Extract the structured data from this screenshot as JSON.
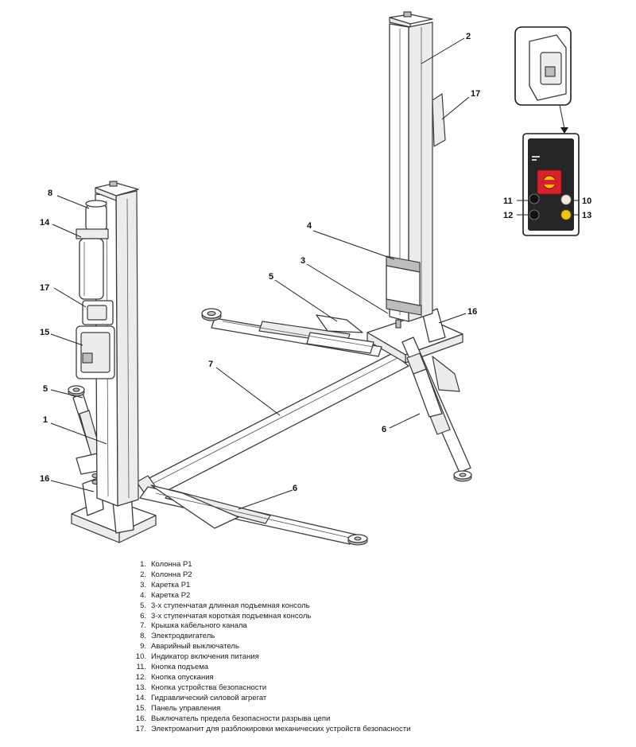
{
  "callouts": [
    "1",
    "2",
    "3",
    "4",
    "5",
    "5",
    "6",
    "6",
    "7",
    "8",
    "14",
    "15",
    "16",
    "16",
    "17",
    "17"
  ],
  "panel": {
    "buttons": [
      "10",
      "11",
      "12",
      "13"
    ],
    "colors": {
      "switch": "#d8212b",
      "switch_core": "#f2c200",
      "indicator": "#f3ead8",
      "safety": "#f1c40f",
      "panel_body": "#262626"
    }
  },
  "legend": [
    {
      "n": "1.",
      "text": "Колонна Р1"
    },
    {
      "n": "2.",
      "text": "Колонна Р2"
    },
    {
      "n": "3.",
      "text": "Каретка Р1"
    },
    {
      "n": "4.",
      "text": "Каретка Р2"
    },
    {
      "n": "5.",
      "text": "3-х ступенчатая длинная подъемная консоль"
    },
    {
      "n": "6.",
      "text": "3-х ступенчатая короткая подъемная консоль"
    },
    {
      "n": "7.",
      "text": "Крышка кабельного канала"
    },
    {
      "n": "8.",
      "text": "Электродвигатель"
    },
    {
      "n": "9.",
      "text": "Аварийный выключатель"
    },
    {
      "n": "10.",
      "text": "Индикатор включения питания"
    },
    {
      "n": "11.",
      "text": "Кнопка подъема"
    },
    {
      "n": "12.",
      "text": "Кнопка опускания"
    },
    {
      "n": "13.",
      "text": "Кнопка устройства безопасности"
    },
    {
      "n": "14.",
      "text": "Гидравлический силовой агрегат"
    },
    {
      "n": "15.",
      "text": "Панель управления"
    },
    {
      "n": "16.",
      "text": "Выключатель предела безопасности разрыва цепи"
    },
    {
      "n": "17.",
      "text": "Электромагнит для разблокировки механических устройств безопасности"
    }
  ]
}
